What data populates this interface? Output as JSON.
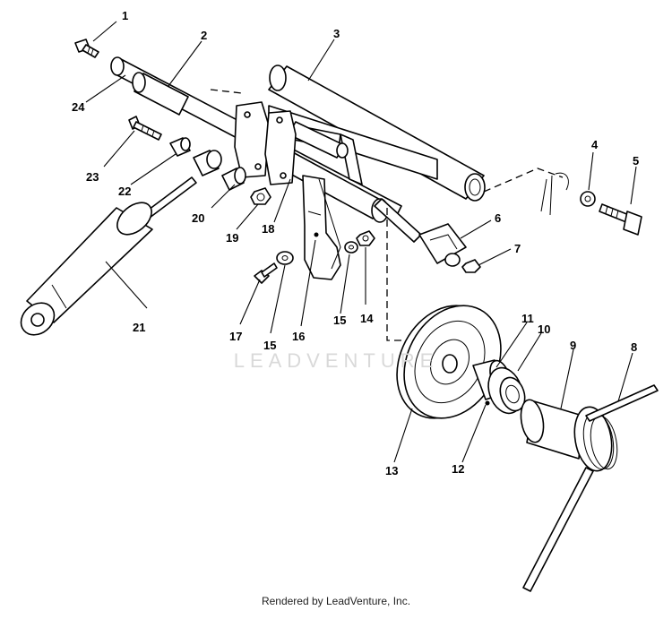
{
  "diagram": {
    "callouts": [
      "1",
      "2",
      "3",
      "4",
      "5",
      "6",
      "7",
      "8",
      "9",
      "10",
      "11",
      "12",
      "13",
      "14",
      "15",
      "15",
      "16",
      "17",
      "18",
      "19",
      "20",
      "21",
      "22",
      "23",
      "24"
    ]
  },
  "watermark": "LEADVENTURE",
  "footer": "Rendered by LeadVenture, Inc."
}
